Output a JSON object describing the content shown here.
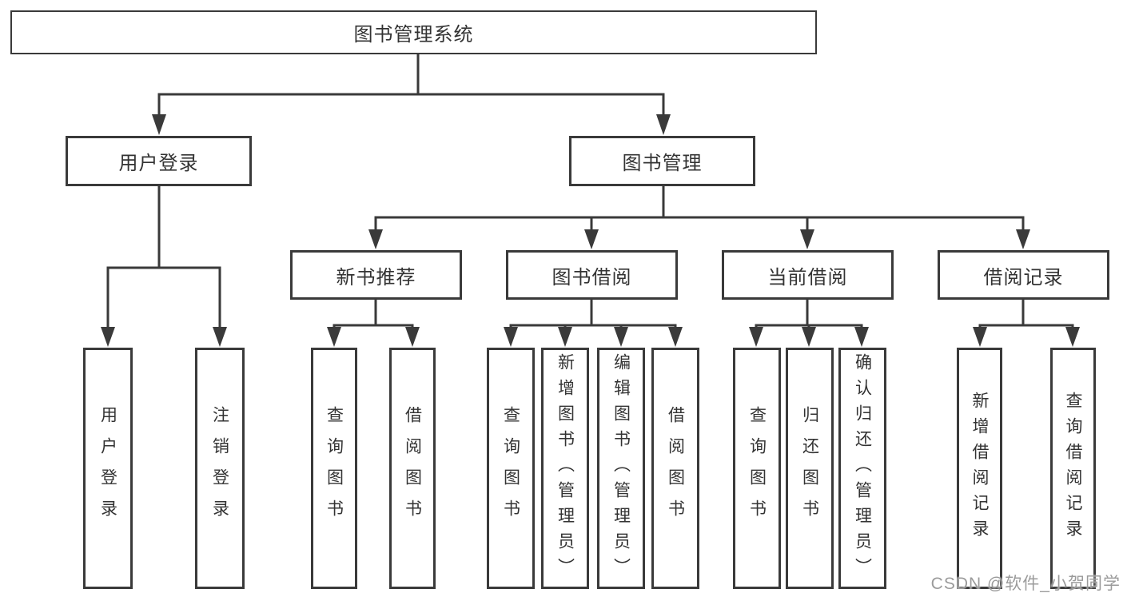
{
  "diagram_type": "hierarchy-tree",
  "nodes": {
    "root": "图书管理系统",
    "user_login": "用户登录",
    "book_mgmt": "图书管理",
    "new_books": "新书推荐",
    "book_borrow": "图书借阅",
    "current_borrow": "当前借阅",
    "borrow_records": "借阅记录",
    "leaf_user_login": "用户登录",
    "leaf_logout": "注销登录",
    "leaf_nb_query": "查询图书",
    "leaf_nb_borrow": "借阅图书",
    "leaf_bb_query": "查询图书",
    "leaf_bb_add": "新增图书（管理员）",
    "leaf_bb_edit": "编辑图书（管理员）",
    "leaf_bb_borrow": "借阅图书",
    "leaf_cb_query": "查询图书",
    "leaf_cb_return": "归还图书",
    "leaf_cb_confirm": "确认归还（管理员）",
    "leaf_br_add": "新增借阅记录",
    "leaf_br_query": "查询借阅记录"
  },
  "hierarchy": {
    "图书管理系统": {
      "用户登录": [
        "用户登录",
        "注销登录"
      ],
      "图书管理": {
        "新书推荐": [
          "查询图书",
          "借阅图书"
        ],
        "图书借阅": [
          "查询图书",
          "新增图书（管理员）",
          "编辑图书（管理员）",
          "借阅图书"
        ],
        "当前借阅": [
          "查询图书",
          "归还图书",
          "确认归还（管理员）"
        ],
        "借阅记录": [
          "新增借阅记录",
          "查询借阅记录"
        ]
      }
    }
  },
  "watermark": "CSDN @软件_小贺同学",
  "colors": {
    "line": "#3a3a3a",
    "text": "#333333",
    "watermark": "#9b9b9b",
    "background": "#ffffff"
  }
}
